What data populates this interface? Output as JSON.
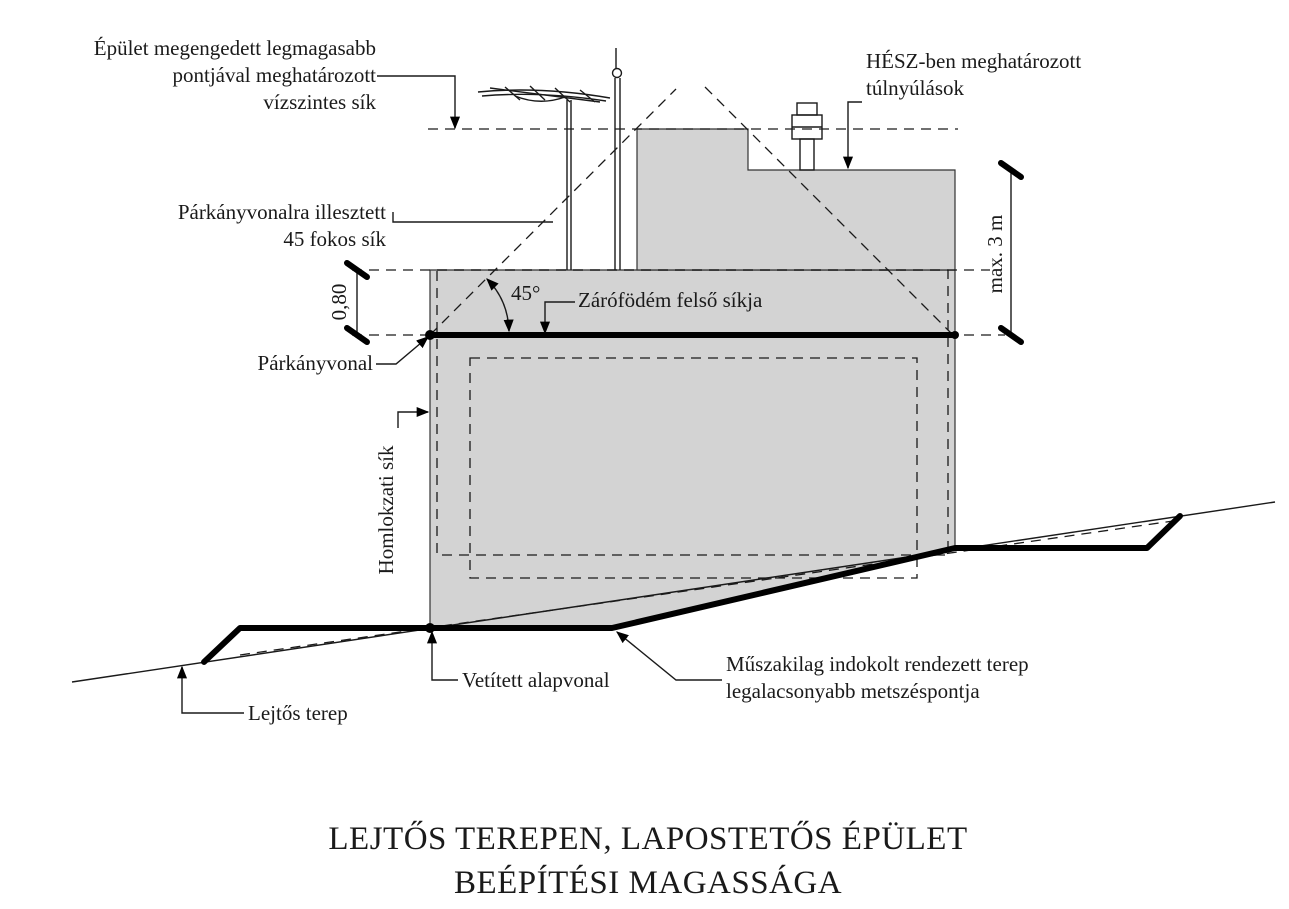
{
  "labels": {
    "top_plane_1": "Épület megengedett legmagasabb",
    "top_plane_2": "pontjával meghatározott",
    "top_plane_3": "vízszintes sík",
    "hesz_1": "HÉSZ-ben meghatározott",
    "hesz_2": "túlnyúlások",
    "plane45_1": "Párkányvonalra illesztett",
    "plane45_2": "45 fokos sík",
    "dim_080": "0,80",
    "angle": "45°",
    "slab": "Zárófödém felső síkja",
    "max3m": "max. 3 m",
    "cornice": "Párkányvonal",
    "facade": "Homlokzati sík",
    "baseline": "Vetített alapvonal",
    "terrain_1": "Műszakilag indokolt rendezett terep",
    "terrain_2": "legalacsonyabb metszéspontja",
    "slope": "Lejtős terep"
  },
  "title": {
    "line1": "LEJTŐS TEREPEN, LAPOSTETŐS ÉPÜLET",
    "line2": "BEÉPÍTÉSI MAGASSÁGA"
  },
  "colors": {
    "building_fill": "#d3d3d3",
    "line": "#000000"
  }
}
